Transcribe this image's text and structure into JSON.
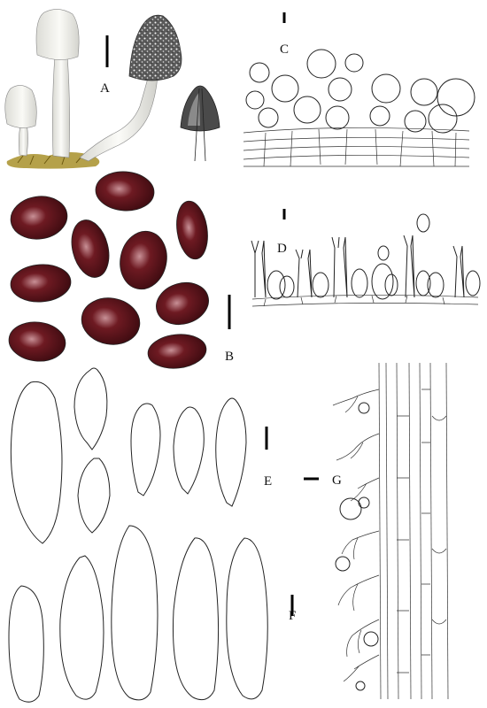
{
  "figure": {
    "panels": [
      {
        "id": "A",
        "label": "A"
      },
      {
        "id": "B",
        "label": "B"
      },
      {
        "id": "C",
        "label": "C"
      },
      {
        "id": "D",
        "label": "D"
      },
      {
        "id": "E",
        "label": "E"
      },
      {
        "id": "F",
        "label": "F"
      },
      {
        "id": "G",
        "label": "G"
      }
    ]
  },
  "colors": {
    "cap_white": "#f2f2ee",
    "cap_dark": "#3a3a3a",
    "stipe": "#eeeeea",
    "substrate": "#a8902a",
    "spore_dark": "#4a0f14",
    "spore_mid": "#6e1a22",
    "spore_highlight": "#c89096",
    "line": "#222222"
  }
}
